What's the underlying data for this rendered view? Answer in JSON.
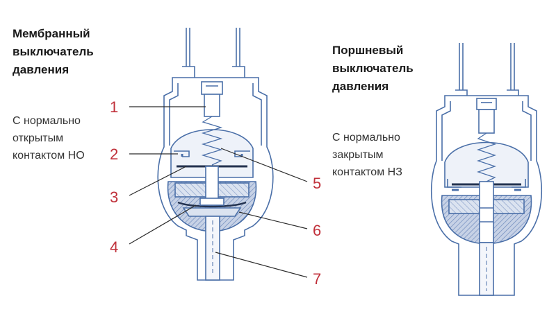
{
  "left": {
    "title": [
      "Мембранный",
      "выключатель",
      "давления"
    ],
    "subtitle": [
      "С нормально",
      "открытым",
      "контактом НО"
    ]
  },
  "right": {
    "title": [
      "Поршневый",
      "выключатель",
      "давления"
    ],
    "subtitle": [
      "С нормально",
      "закрытым",
      "контактом НЗ"
    ]
  },
  "callouts": [
    "1",
    "2",
    "3",
    "4",
    "5",
    "6",
    "7"
  ],
  "colors": {
    "outline": "#4a6fa8",
    "hatch": "#8fa6cc",
    "shade": "#c7d2e6",
    "callout": "#c0303a",
    "text": "#1a1a1a"
  }
}
